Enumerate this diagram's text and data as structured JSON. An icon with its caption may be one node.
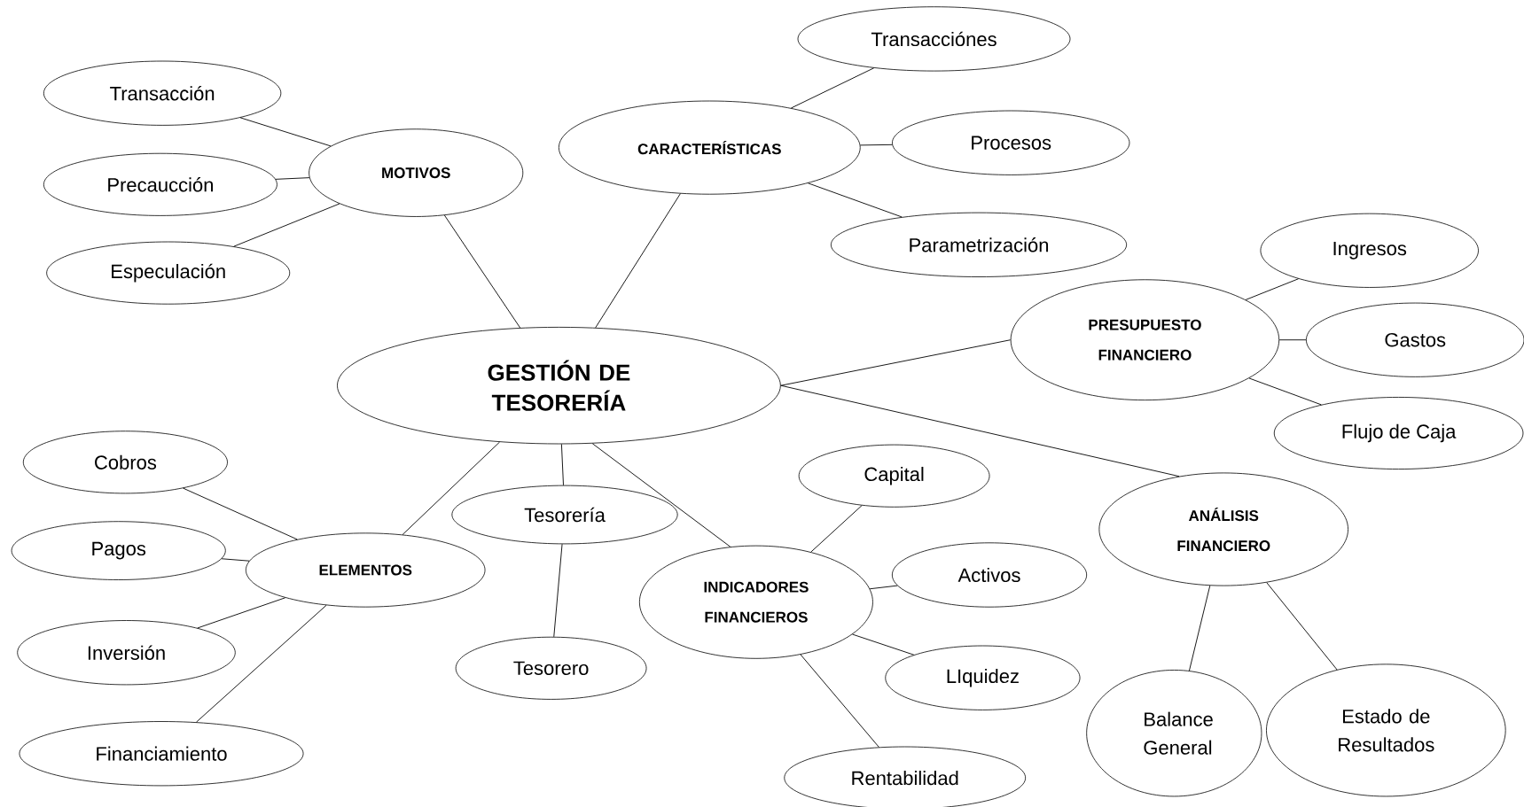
{
  "diagram": {
    "nodes": [
      {
        "text": [
          "GESTIÓN DE TESORERÍA"
        ]
      },
      {
        "text": [
          "MOTIVOS"
        ]
      },
      {
        "text": [
          "Transacción"
        ]
      },
      {
        "text": [
          "Precaucción"
        ]
      },
      {
        "text": [
          "Especulación"
        ]
      },
      {
        "text": [
          "CARACTERÍSTICAS"
        ]
      },
      {
        "text": [
          "Transacciónes"
        ]
      },
      {
        "text": [
          "Procesos"
        ]
      },
      {
        "text": [
          "Parametrización"
        ]
      },
      {
        "text": [
          "PRESUPUESTO FINANCIERO"
        ]
      },
      {
        "text": [
          "Ingresos"
        ]
      },
      {
        "text": [
          "Gastos"
        ]
      },
      {
        "text": [
          "Flujo de Caja"
        ]
      },
      {
        "text": [
          "ELEMENTOS"
        ]
      },
      {
        "text": [
          "Cobros"
        ]
      },
      {
        "text": [
          "Pagos"
        ]
      },
      {
        "text": [
          "Inversión"
        ]
      },
      {
        "text": [
          "Financiamiento"
        ]
      },
      {
        "text": [
          "Tesorería"
        ]
      },
      {
        "text": [
          "Tesorero"
        ]
      },
      {
        "text": [
          "INDICADORES FINANCIEROS"
        ]
      },
      {
        "text": [
          "Capital"
        ]
      },
      {
        "text": [
          "Activos"
        ]
      },
      {
        "text": [
          "LIquidez"
        ]
      },
      {
        "text": [
          "Rentabilidad"
        ]
      },
      {
        "text": [
          "ANÁLISIS FINANCIERO"
        ]
      },
      {
        "text": [
          "Balance General"
        ]
      },
      {
        "text": [
          "Estado de Resultados"
        ]
      }
    ],
    "edges": [
      {
        "from": 0,
        "to": 1,
        "arrow": "none"
      },
      {
        "from": 1,
        "to": 2,
        "arrow": "none"
      },
      {
        "from": 1,
        "to": 3,
        "arrow": "none"
      },
      {
        "from": 1,
        "to": 4,
        "arrow": "none"
      },
      {
        "from": 0,
        "to": 5,
        "arrow": "none"
      },
      {
        "from": 5,
        "to": 6,
        "arrow": "none"
      },
      {
        "from": 5,
        "to": 7,
        "arrow": "none"
      },
      {
        "from": 5,
        "to": 8,
        "arrow": "none"
      },
      {
        "from": 0,
        "to": 9,
        "arrow": "none"
      },
      {
        "from": 9,
        "to": 10,
        "arrow": "none"
      },
      {
        "from": 9,
        "to": 11,
        "arrow": "none"
      },
      {
        "from": 9,
        "to": 12,
        "arrow": "none"
      },
      {
        "from": 0,
        "to": 13,
        "arrow": "none"
      },
      {
        "from": 13,
        "to": 14,
        "arrow": "none"
      },
      {
        "from": 13,
        "to": 15,
        "arrow": "none"
      },
      {
        "from": 13,
        "to": 16,
        "arrow": "none"
      },
      {
        "from": 13,
        "to": 17,
        "arrow": "none"
      },
      {
        "from": 0,
        "to": 18,
        "arrow": "none"
      },
      {
        "from": 18,
        "to": 19,
        "arrow": "none"
      },
      {
        "from": 0,
        "to": 20,
        "arrow": "none"
      },
      {
        "from": 20,
        "to": 21,
        "arrow": "none"
      },
      {
        "from": 20,
        "to": 22,
        "arrow": "none"
      },
      {
        "from": 20,
        "to": 23,
        "arrow": "none"
      },
      {
        "from": 20,
        "to": 24,
        "arrow": "none"
      },
      {
        "from": 0,
        "to": 25,
        "arrow": "none"
      },
      {
        "from": 25,
        "to": 26,
        "arrow": "none"
      },
      {
        "from": 25,
        "to": 27,
        "arrow": "none"
      }
    ]
  }
}
